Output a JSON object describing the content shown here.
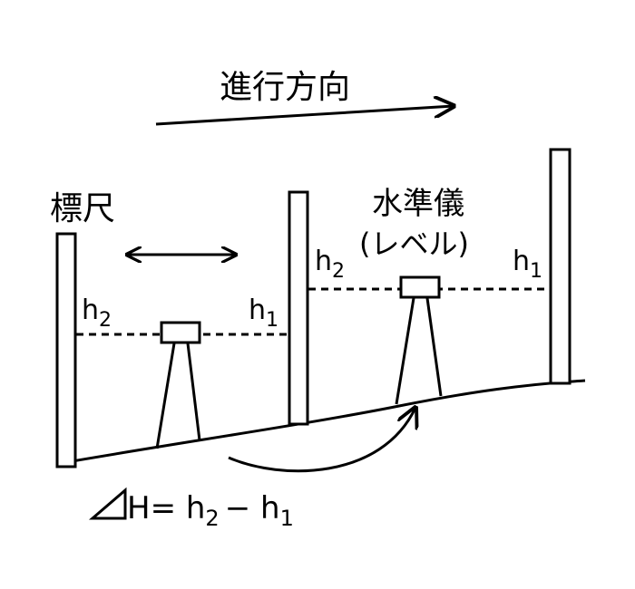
{
  "labels": {
    "direction": "進行方向",
    "staff": "標尺",
    "instrument": "水準儀",
    "instrument_sub": "(レベル)",
    "h": "h",
    "sub_1": "1",
    "sub_2": "2",
    "delta_symbol": "◿",
    "formula_lhs": "H= h",
    "formula_minus": "− h"
  },
  "colors": {
    "stroke": "#000000",
    "background": "#ffffff"
  }
}
